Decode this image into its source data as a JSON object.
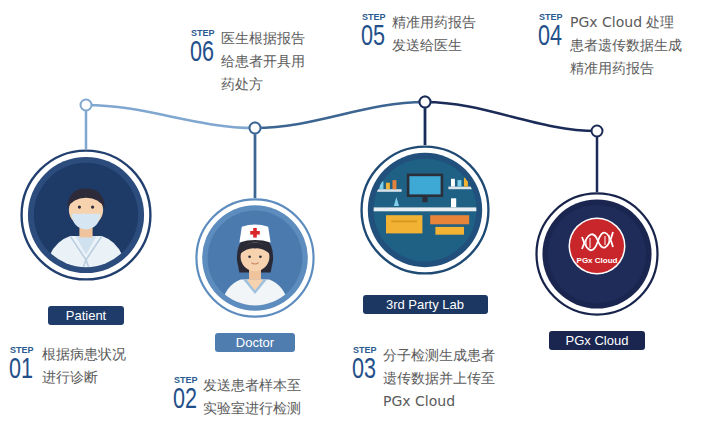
{
  "diagram": {
    "nodes": [
      {
        "text": [
          "Patient"
        ]
      },
      {
        "text": [
          "Doctor"
        ]
      },
      {
        "text": [
          "3rd Party Lab"
        ]
      },
      {
        "text": [
          "PGx Cloud"
        ]
      },
      {
        "text": [
          "PGx Cloud"
        ],
        "in": 3
      }
    ],
    "edges": [
      {
        "from": 0,
        "to": 1,
        "arrow": "none"
      },
      {
        "from": 1,
        "to": 2,
        "arrow": "none"
      },
      {
        "from": 2,
        "to": 3,
        "arrow": "none"
      }
    ],
    "labels": [
      "STEP",
      "01",
      "根据病患状况 进行诊断",
      "STEP",
      "02",
      "发送患者样本至 实验室进行检测",
      "STEP",
      "03",
      "分子检测生成患者 遗传数据并上传至 PGx Cloud",
      "STEP",
      "04",
      "PGx Cloud 处理 患者遗传数据生成 精准用药报告",
      "STEP",
      "05",
      "精准用药报告 发送给医生",
      "STEP",
      "06",
      "医生根据报告 给患者开具用 药处方"
    ]
  }
}
